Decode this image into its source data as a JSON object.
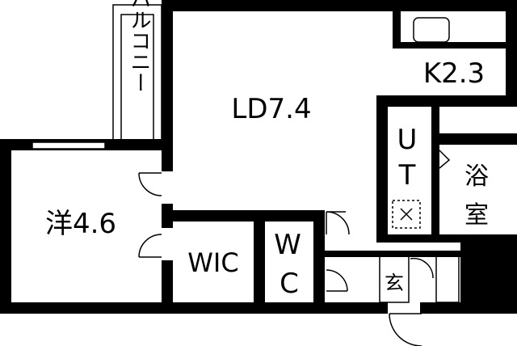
{
  "rooms": {
    "balcony": "バルコニー",
    "ld": "LD7.4",
    "kitchen": "K2.3",
    "western": "洋4.6",
    "wic": "WIC",
    "wc_top": "W",
    "wc_bottom": "C",
    "ut_top": "U",
    "ut_bottom": "T",
    "bath_top": "浴",
    "bath_bottom": "室",
    "entrance": "玄"
  }
}
